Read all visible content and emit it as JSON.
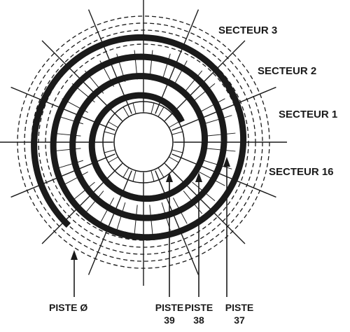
{
  "diagram": {
    "sector_labels": [
      {
        "id": "secteur-3",
        "text": "SECTEUR 3"
      },
      {
        "id": "secteur-2",
        "text": "SECTEUR 2"
      },
      {
        "id": "secteur-1",
        "text": "SECTEUR 1"
      },
      {
        "id": "secteur-16",
        "text": "SECTEUR 16"
      }
    ],
    "track_labels": [
      {
        "id": "piste-0",
        "lines": [
          "PISTE Ø"
        ]
      },
      {
        "id": "piste-39",
        "lines": [
          "PISTE",
          "39"
        ]
      },
      {
        "id": "piste-38",
        "lines": [
          "PISTE",
          "38"
        ]
      },
      {
        "id": "piste-37",
        "lines": [
          "PISTE",
          "37"
        ]
      }
    ],
    "sector_count": 16,
    "ink_color": "#1a1a1a"
  }
}
